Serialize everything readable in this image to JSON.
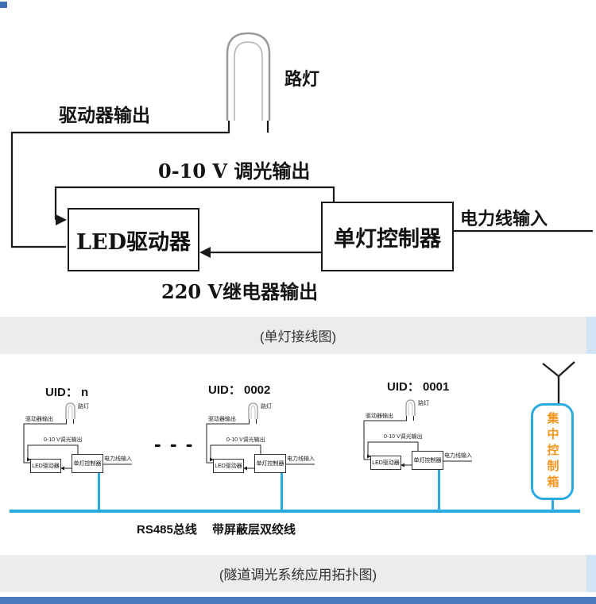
{
  "single_lamp_diagram": {
    "lamp_label": "路灯",
    "driver_output_label": "驱动器输出",
    "dimming_output_label": "0-10 V 调光输出",
    "led_driver_label": "LED驱动器",
    "lamp_controller_label": "单灯控制器",
    "power_line_input_label": "电力线输入",
    "relay_output_label": "220 V继电器输出"
  },
  "caption_single": "(单灯接线图)",
  "topology_diagram": {
    "uid_labels": [
      "UID： n",
      "UID： 0002",
      "UID： 0001"
    ],
    "mini": {
      "lamp_label": "路灯",
      "driver_output_label": "驱动器输出",
      "dimming_output_label": "0-10 V调光输出",
      "led_driver_label": "LED驱动器",
      "lamp_controller_label": "单灯控制器",
      "power_line_input_label": "电力线输入"
    },
    "ellipsis": "- - -",
    "control_box_label": "集中控制箱",
    "bus_label": "RS485总线　 带屏蔽层双绞线"
  },
  "caption_topology": "(隧道调光系统应用拓扑图)",
  "colors": {
    "bus_cyan": "#29abe2",
    "control_box_text_orange": "#f7941d",
    "caption_bg": "#ececec",
    "bottom_bar_blue": "#4b7cc0"
  }
}
